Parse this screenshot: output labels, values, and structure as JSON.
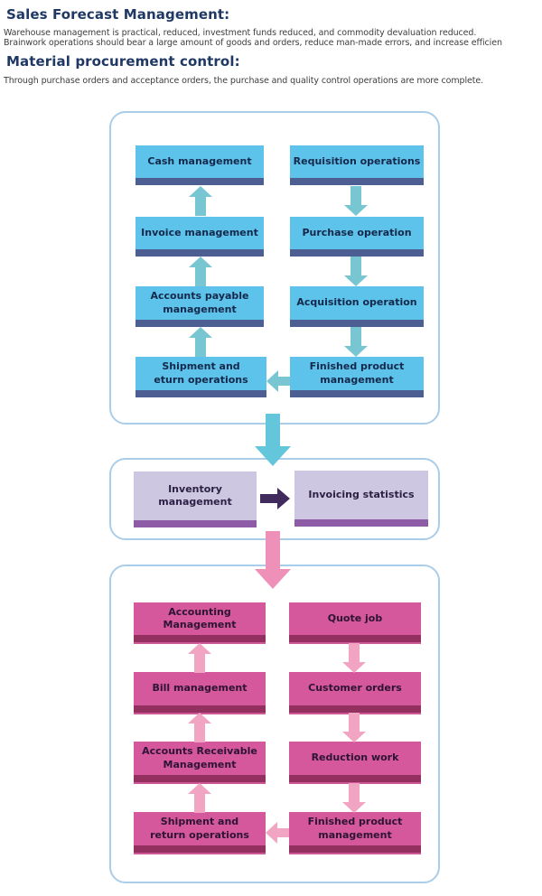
{
  "page": {
    "heading1": "Sales Forecast Management:",
    "paragraph1_line1": "Warehouse management is practical, reduced, investment funds reduced, and commodity devaluation reduced.",
    "paragraph1_line2": "Brainwork operations should bear a large amount of goods and orders, reduce man-made errors, and increase efficien",
    "heading2": "Material procurement control:",
    "paragraph2": "Through purchase orders and acceptance orders, the purchase and quality control operations are more complete."
  },
  "procurement_flow": {
    "left_column": [
      "Cash management",
      "Invoice management",
      "Accounts payable\nmanagement",
      "Shipment and\neturn operations"
    ],
    "right_column": [
      "Requisition operations",
      "Purchase operation",
      "Acquisition operation",
      "Finished product\nmanagement"
    ]
  },
  "inventory_flow": {
    "left_box": "Inventory\nmanagement",
    "right_box": "Invoicing statistics"
  },
  "sales_flow": {
    "left_column": [
      "Accounting\nManagement",
      "Bill management",
      "Accounts Receivable\nManagement",
      "Shipment and\nreturn operations"
    ],
    "right_column": [
      "Quote job",
      "Customer orders",
      "Reduction work",
      "Finished product\nmanagement"
    ]
  },
  "colors": {
    "heading_text": "#1F3864",
    "body_text": "#3D3D3D",
    "panel_border": "#AACDE9",
    "blue_box_fill": "#5EC3EB",
    "blue_box_strip": "#4D5E92",
    "teal_arrow": "#77C6D1",
    "big_teal_arrow": "#64C6DB",
    "lavender_box_fill": "#CDC7E1",
    "lavender_box_strip": "#8E5CA6",
    "dark_purple_arrow": "#402B5C",
    "pink_box_fill": "#D6589C",
    "pink_box_strip": "#93305F",
    "pink_arrow": "#F2A5C3",
    "big_pink_arrow": "#EF90B8"
  }
}
